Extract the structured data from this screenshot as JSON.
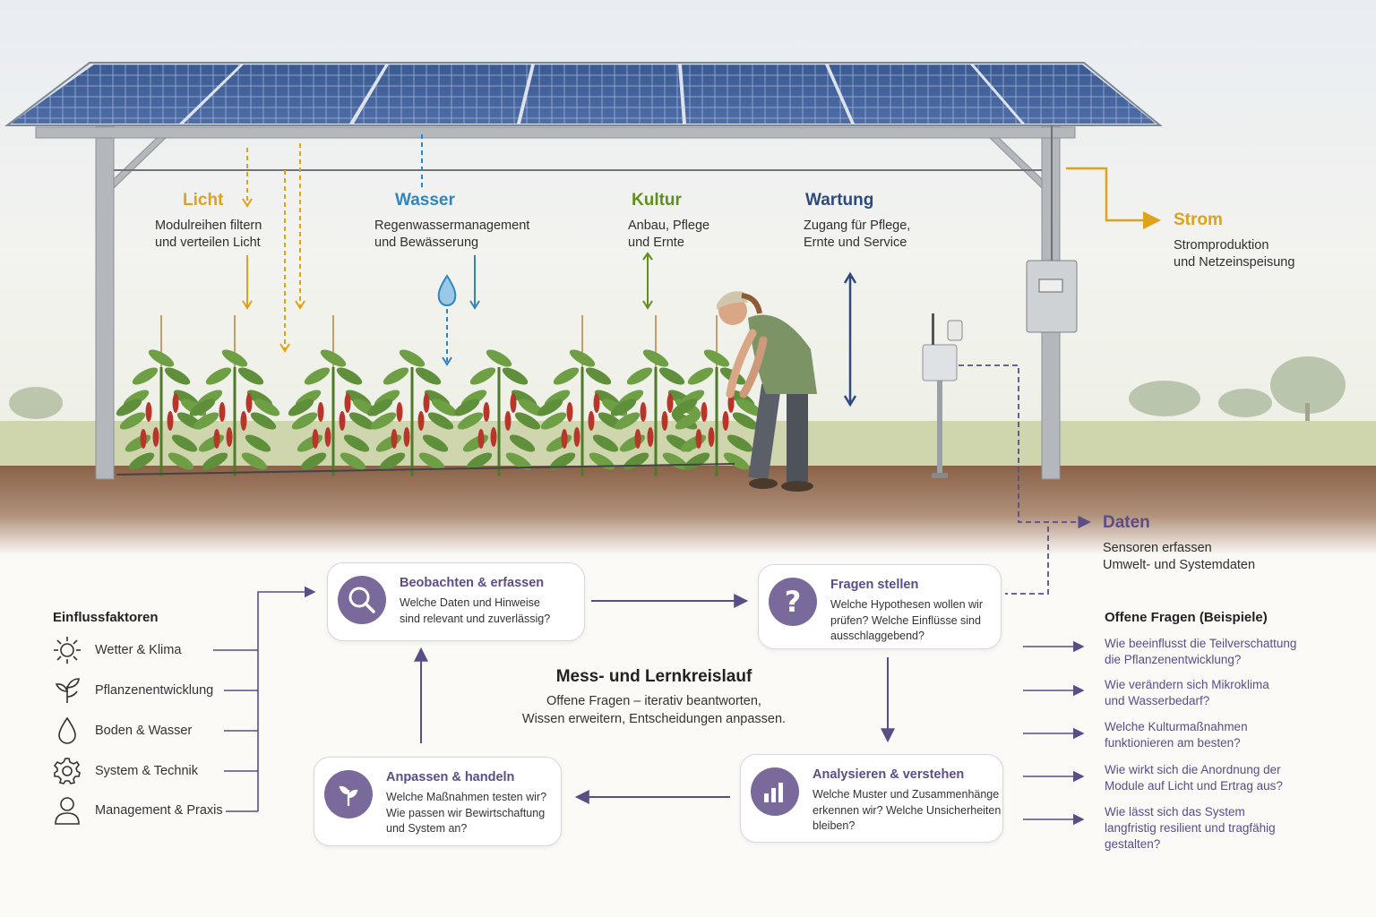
{
  "labels": {
    "licht": {
      "title": "Licht",
      "desc": "Modulreihen filtern\nund verteilen Licht"
    },
    "wasser": {
      "title": "Wasser",
      "desc": "Regenwassermanagement\nund Bewässerung"
    },
    "kultur": {
      "title": "Kultur",
      "desc": "Anbau, Pflege\nund Ernte"
    },
    "wartung": {
      "title": "Wartung",
      "desc": "Zugang für Pflege,\nErnte und Service"
    },
    "strom": {
      "title": "Strom",
      "desc": "Stromproduktion\nund Netzeinspeisung"
    },
    "daten": {
      "title": "Daten",
      "desc": "Sensoren erfassen\nUmwelt- und Systemdaten"
    }
  },
  "cycle": {
    "title": "Mess- und Lernkreislauf",
    "subtitle": "Offene Fragen – iterativ beantworten,\nWissen erweitern, Entscheidungen anpassen.",
    "steps": [
      {
        "title": "Beobachten & erfassen",
        "desc": "Welche Daten und Hinweise\nsind relevant und zuverlässig?",
        "icon": "search-icon"
      },
      {
        "title": "Fragen stellen",
        "desc": "Welche Hypothesen wollen wir\nprüfen? Welche Einflüsse sind\nausschlaggebend?",
        "icon": "question-icon"
      },
      {
        "title": "Analysieren & verstehen",
        "desc": "Welche Muster und Zusammenhänge\nerkennen wir? Welche Unsicherheiten\nbleiben?",
        "icon": "bar-chart-icon"
      },
      {
        "title": "Anpassen & handeln",
        "desc": "Welche Maßnahmen testen wir?\nWie passen wir Bewirtschaftung\nund System an?",
        "icon": "plant-icon"
      }
    ]
  },
  "einflussfaktoren": {
    "title": "Einflussfaktoren",
    "items": [
      {
        "label": "Wetter & Klima",
        "icon": "sun-icon"
      },
      {
        "label": "Pflanzenentwicklung",
        "icon": "seedling-icon"
      },
      {
        "label": "Boden & Wasser",
        "icon": "drop-icon"
      },
      {
        "label": "System & Technik",
        "icon": "gear-icon"
      },
      {
        "label": "Management & Praxis",
        "icon": "person-icon"
      }
    ]
  },
  "offene_fragen": {
    "title": "Offene Fragen (Beispiele)",
    "items": [
      "Wie beeinflusst die Teilverschattung\ndie Pflanzenentwicklung?",
      "Wie verändern sich Mikroklima\nund Wasserbedarf?",
      "Welche Kulturmaßnahmen\nfunktionieren am besten?",
      "Wie wirkt sich die Anordnung der\nModule auf Licht und Ertrag aus?",
      "Wie lässt sich das System\nlangfristig resilient und tragfähig\ngestalten?"
    ]
  },
  "colors": {
    "licht": "#e0a11b",
    "wasser": "#2e86c1",
    "kultur": "#5f8f1f",
    "wartung": "#2d4a7c",
    "daten": "#5b4d86",
    "accent": "#7a6a9b"
  }
}
